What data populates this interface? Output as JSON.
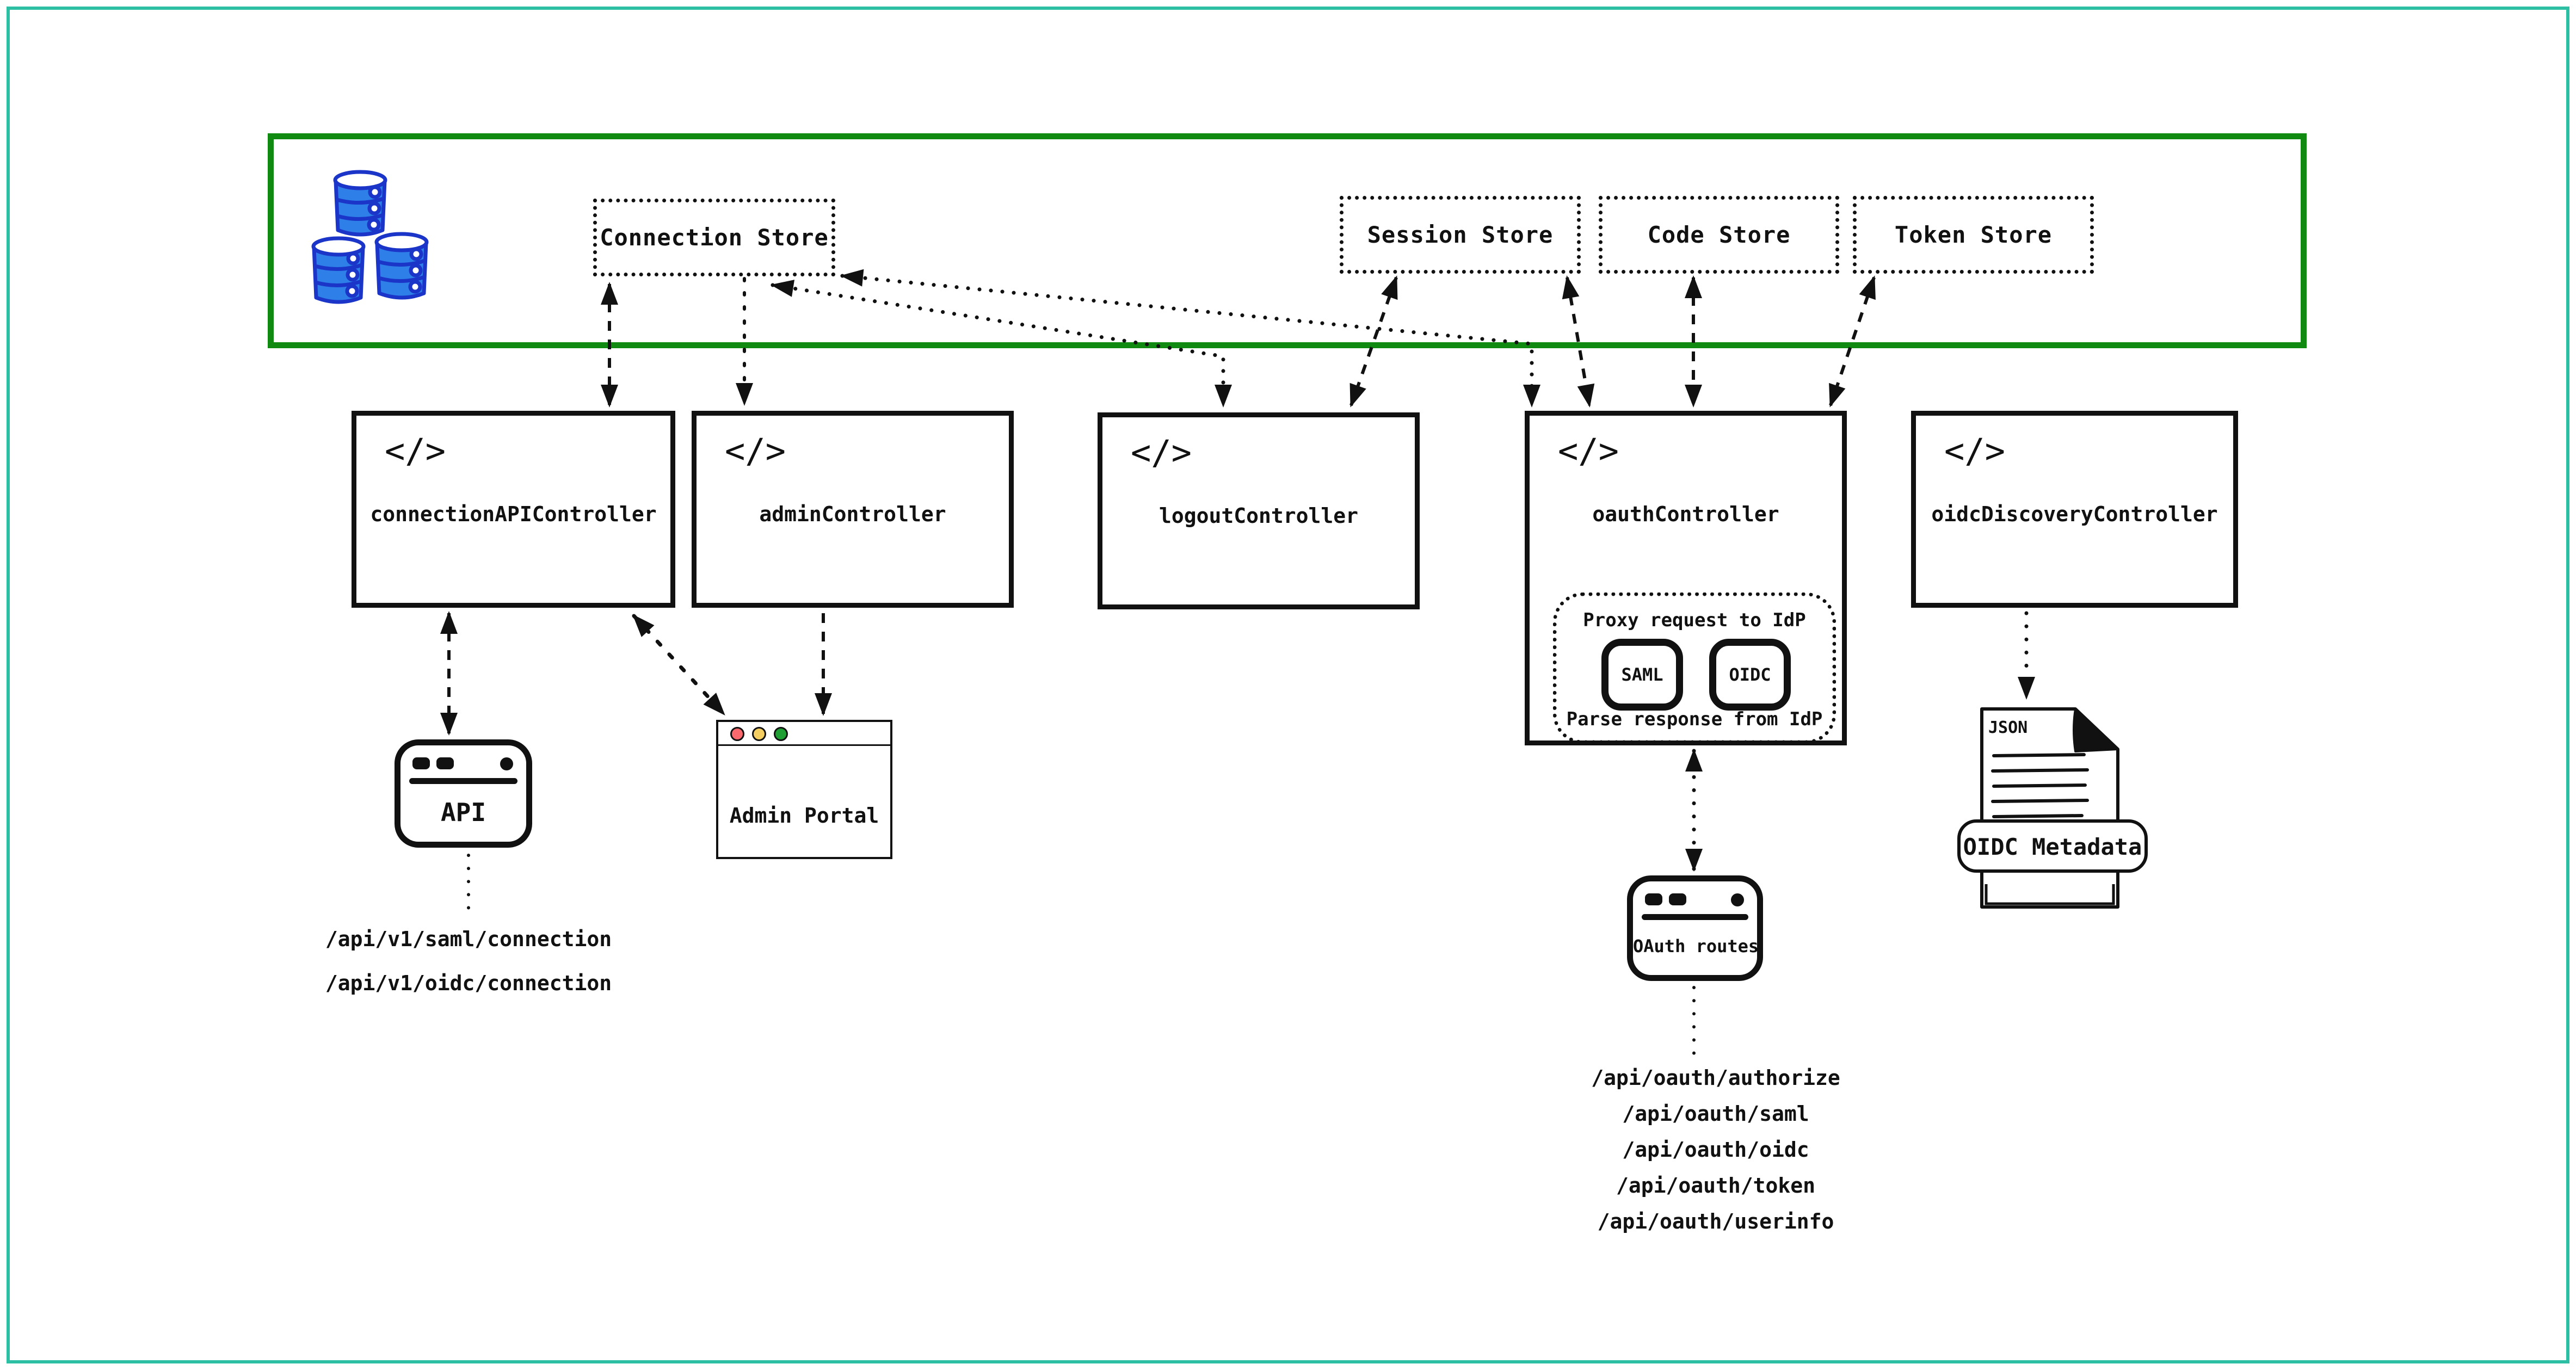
{
  "colors": {
    "frame_teal": "#2CBFA3",
    "zone_green": "#118A11",
    "ink": "#111111",
    "db_fill_blue": "#2E7FE8",
    "db_stroke_blue": "#1B35C8",
    "traffic_red": "#F9696E",
    "traffic_yellow": "#F5CE62",
    "traffic_green": "#1E9E33"
  },
  "icons": {
    "code": "</>",
    "database": "database-cluster-icon",
    "window": "browser-window-icon",
    "document": "json-file-icon"
  },
  "store_layer": {
    "stores": [
      {
        "label": "Connection Store"
      },
      {
        "label": "Session Store"
      },
      {
        "label": "Code Store"
      },
      {
        "label": "Token Store"
      }
    ]
  },
  "controllers": [
    {
      "label": "connectionAPIController"
    },
    {
      "label": "adminController"
    },
    {
      "label": "logoutController"
    },
    {
      "label": "oauthController"
    },
    {
      "label": "oidcDiscoveryController"
    }
  ],
  "oauth_controller_detail": {
    "proxy_label": "Proxy request to IdP",
    "parse_label": "Parse response from IdP",
    "protocols": [
      {
        "label": "SAML"
      },
      {
        "label": "OIDC"
      }
    ]
  },
  "windows": {
    "api": {
      "label": "API"
    },
    "admin_portal": {
      "label": "Admin Portal"
    },
    "oauth_routes": {
      "label": "OAuth routes"
    }
  },
  "metadata_document": {
    "file_type": "JSON",
    "label": "OIDC Metadata"
  },
  "api_endpoints": [
    "/api/v1/saml/connection",
    "/api/v1/oidc/connection"
  ],
  "oauth_endpoints": [
    "/api/oauth/authorize",
    "/api/oauth/saml",
    "/api/oauth/oidc",
    "/api/oauth/token",
    "/api/oauth/userinfo"
  ]
}
